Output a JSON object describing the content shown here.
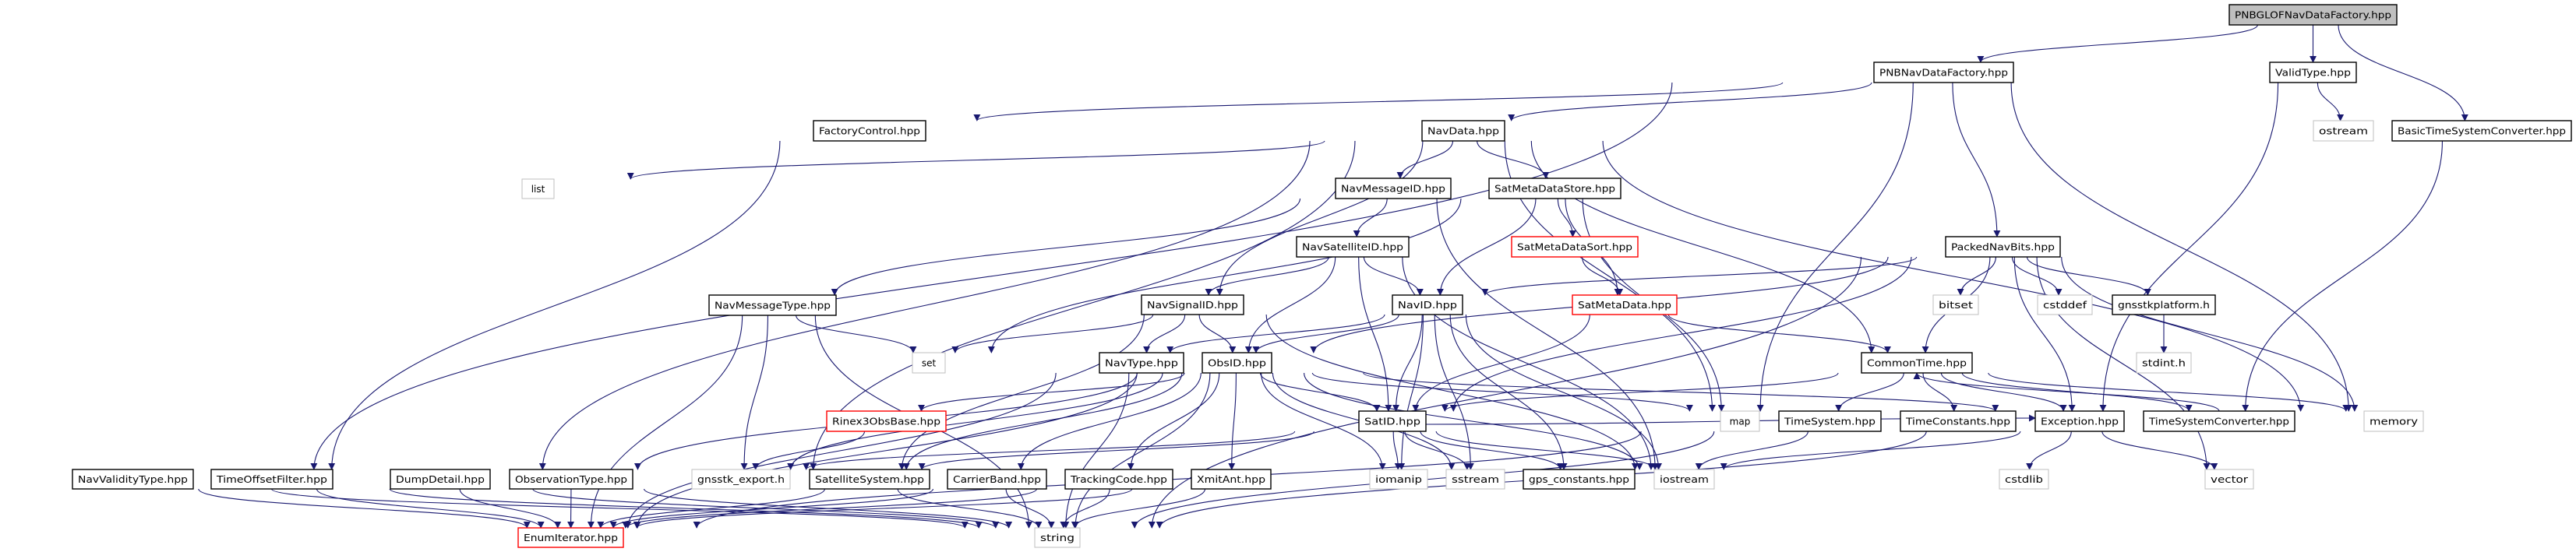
{
  "colors": {
    "edge": "#191970",
    "node_border": "#000000",
    "external_border": "#bfbfbf",
    "truncated_border": "#ff0000",
    "root_fill": "#bfbfbf",
    "node_fill": "#ffffff"
  },
  "graph": {
    "root": "PNBGLOFNavDataFactory",
    "nodes": {
      "PNBGLOFNavDataFactory": {
        "label": "PNBGLOFNavDataFactory.hpp",
        "kind": "root"
      },
      "PNBNavDataFactory": {
        "label": "PNBNavDataFactory.hpp",
        "kind": "normal"
      },
      "ValidType": {
        "label": "ValidType.hpp",
        "kind": "normal"
      },
      "BasicTimeSystemConverter": {
        "label": "BasicTimeSystemConverter.hpp",
        "kind": "normal"
      },
      "FactoryControl": {
        "label": "FactoryControl.hpp",
        "kind": "normal"
      },
      "NavData": {
        "label": "NavData.hpp",
        "kind": "normal"
      },
      "ostream": {
        "label": "ostream",
        "kind": "external"
      },
      "list": {
        "label": "list",
        "kind": "external"
      },
      "NavMessageID": {
        "label": "NavMessageID.hpp",
        "kind": "normal"
      },
      "SatMetaDataStore": {
        "label": "SatMetaDataStore.hpp",
        "kind": "normal"
      },
      "NavSatelliteID": {
        "label": "NavSatelliteID.hpp",
        "kind": "normal"
      },
      "SatMetaDataSort": {
        "label": "SatMetaDataSort.hpp",
        "kind": "truncated"
      },
      "PackedNavBits": {
        "label": "PackedNavBits.hpp",
        "kind": "normal"
      },
      "NavMessageType": {
        "label": "NavMessageType.hpp",
        "kind": "normal"
      },
      "NavSignalID": {
        "label": "NavSignalID.hpp",
        "kind": "normal"
      },
      "NavID": {
        "label": "NavID.hpp",
        "kind": "normal"
      },
      "SatMetaData": {
        "label": "SatMetaData.hpp",
        "kind": "truncated"
      },
      "bitset": {
        "label": "bitset",
        "kind": "external"
      },
      "cstddef": {
        "label": "cstddef",
        "kind": "external"
      },
      "gnsstkplatform": {
        "label": "gnsstkplatform.h",
        "kind": "normal"
      },
      "set": {
        "label": "set",
        "kind": "external"
      },
      "NavType": {
        "label": "NavType.hpp",
        "kind": "normal"
      },
      "ObsID": {
        "label": "ObsID.hpp",
        "kind": "normal"
      },
      "CommonTime": {
        "label": "CommonTime.hpp",
        "kind": "normal"
      },
      "stdint": {
        "label": "stdint.h",
        "kind": "external"
      },
      "Rinex3ObsBase": {
        "label": "Rinex3ObsBase.hpp",
        "kind": "truncated"
      },
      "SatID": {
        "label": "SatID.hpp",
        "kind": "normal"
      },
      "map": {
        "label": "map",
        "kind": "external"
      },
      "TimeSystem": {
        "label": "TimeSystem.hpp",
        "kind": "normal"
      },
      "TimeConstants": {
        "label": "TimeConstants.hpp",
        "kind": "normal"
      },
      "Exception": {
        "label": "Exception.hpp",
        "kind": "normal"
      },
      "TimeSystemConverter": {
        "label": "TimeSystemConverter.hpp",
        "kind": "normal"
      },
      "memory": {
        "label": "memory",
        "kind": "external"
      },
      "NavValidityType": {
        "label": "NavValidityType.hpp",
        "kind": "normal"
      },
      "TimeOffsetFilter": {
        "label": "TimeOffsetFilter.hpp",
        "kind": "normal"
      },
      "DumpDetail": {
        "label": "DumpDetail.hpp",
        "kind": "normal"
      },
      "ObservationType": {
        "label": "ObservationType.hpp",
        "kind": "normal"
      },
      "gnsstk_export": {
        "label": "gnsstk_export.h",
        "kind": "external"
      },
      "SatelliteSystem": {
        "label": "SatelliteSystem.hpp",
        "kind": "normal"
      },
      "CarrierBand": {
        "label": "CarrierBand.hpp",
        "kind": "normal"
      },
      "TrackingCode": {
        "label": "TrackingCode.hpp",
        "kind": "normal"
      },
      "XmitAnt": {
        "label": "XmitAnt.hpp",
        "kind": "normal"
      },
      "iomanip": {
        "label": "iomanip",
        "kind": "external"
      },
      "sstream": {
        "label": "sstream",
        "kind": "external"
      },
      "gps_constants": {
        "label": "gps_constants.hpp",
        "kind": "normal"
      },
      "iostream": {
        "label": "iostream",
        "kind": "external"
      },
      "cstdlib": {
        "label": "cstdlib",
        "kind": "external"
      },
      "vector": {
        "label": "vector",
        "kind": "external"
      },
      "EnumIterator": {
        "label": "EnumIterator.hpp",
        "kind": "truncated"
      },
      "string": {
        "label": "string",
        "kind": "external"
      }
    },
    "edges": [
      [
        "PNBGLOFNavDataFactory",
        "PNBNavDataFactory"
      ],
      [
        "PNBGLOFNavDataFactory",
        "ValidType"
      ],
      [
        "PNBGLOFNavDataFactory",
        "BasicTimeSystemConverter"
      ],
      [
        "PNBNavDataFactory",
        "NavValidityType"
      ],
      [
        "PNBNavDataFactory",
        "FactoryControl"
      ],
      [
        "PNBNavDataFactory",
        "NavData"
      ],
      [
        "PNBNavDataFactory",
        "map"
      ],
      [
        "PNBNavDataFactory",
        "PackedNavBits"
      ],
      [
        "PNBNavDataFactory",
        "memory"
      ],
      [
        "FactoryControl",
        "TimeOffsetFilter"
      ],
      [
        "ValidType",
        "ostream"
      ],
      [
        "ValidType",
        "Exception"
      ],
      [
        "BasicTimeSystemConverter",
        "TimeSystemConverter"
      ],
      [
        "NavData",
        "list"
      ],
      [
        "NavData",
        "DumpDetail"
      ],
      [
        "NavData",
        "gnsstk_export"
      ],
      [
        "NavData",
        "NavMessageID"
      ],
      [
        "NavData",
        "SatMetaDataStore"
      ],
      [
        "NavData",
        "NavSignalID"
      ],
      [
        "NavData",
        "CommonTime"
      ],
      [
        "NavData",
        "map"
      ],
      [
        "NavData",
        "memory"
      ],
      [
        "NavMessageID",
        "NavMessageType"
      ],
      [
        "NavMessageID",
        "NavSatelliteID"
      ],
      [
        "NavMessageID",
        "iostream"
      ],
      [
        "SatMetaDataStore",
        "set"
      ],
      [
        "SatMetaDataStore",
        "NavID"
      ],
      [
        "SatMetaDataStore",
        "SatMetaDataSort"
      ],
      [
        "SatMetaDataStore",
        "SatMetaData"
      ],
      [
        "SatMetaDataStore",
        "map"
      ],
      [
        "SatMetaDataSort",
        "SatMetaData"
      ],
      [
        "NavSatelliteID",
        "NavSignalID"
      ],
      [
        "NavSatelliteID",
        "ObsID"
      ],
      [
        "NavSatelliteID",
        "SatID"
      ],
      [
        "NavSatelliteID",
        "NavID"
      ],
      [
        "NavSatelliteID",
        "iostream"
      ],
      [
        "NavMessageType",
        "EnumIterator"
      ],
      [
        "NavMessageType",
        "gnsstk_export"
      ],
      [
        "NavMessageType",
        "set"
      ],
      [
        "NavMessageType",
        "string"
      ],
      [
        "NavSignalID",
        "set"
      ],
      [
        "NavSignalID",
        "NavType"
      ],
      [
        "NavSignalID",
        "ObsID"
      ],
      [
        "NavSignalID",
        "SatelliteSystem"
      ],
      [
        "NavSignalID",
        "iostream"
      ],
      [
        "NavID",
        "NavType"
      ],
      [
        "NavID",
        "ObsID"
      ],
      [
        "NavID",
        "SatID"
      ],
      [
        "NavID",
        "iomanip"
      ],
      [
        "NavID",
        "sstream"
      ],
      [
        "NavID",
        "gps_constants"
      ],
      [
        "NavID",
        "iostream"
      ],
      [
        "SatMetaData",
        "SatID"
      ],
      [
        "SatMetaData",
        "CommonTime"
      ],
      [
        "NavType",
        "EnumIterator"
      ],
      [
        "NavType",
        "string"
      ],
      [
        "ObsID",
        "ObservationType"
      ],
      [
        "ObsID",
        "Rinex3ObsBase"
      ],
      [
        "ObsID",
        "gnsstk_export"
      ],
      [
        "ObsID",
        "SatelliteSystem"
      ],
      [
        "ObsID",
        "CarrierBand"
      ],
      [
        "ObsID",
        "TrackingCode"
      ],
      [
        "ObsID",
        "XmitAnt"
      ],
      [
        "ObsID",
        "SatID"
      ],
      [
        "ObsID",
        "iomanip"
      ],
      [
        "ObsID",
        "sstream"
      ],
      [
        "ObsID",
        "iostream"
      ],
      [
        "ObsID",
        "string"
      ],
      [
        "ObsID",
        "map"
      ],
      [
        "ObsID",
        "Exception"
      ],
      [
        "ObsID",
        "EnumIterator"
      ],
      [
        "Rinex3ObsBase",
        "gnsstk_export"
      ],
      [
        "SatID",
        "SatelliteSystem"
      ],
      [
        "SatID",
        "gnsstk_export"
      ],
      [
        "SatID",
        "iomanip"
      ],
      [
        "SatID",
        "sstream"
      ],
      [
        "SatID",
        "gps_constants"
      ],
      [
        "SatID",
        "iostream"
      ],
      [
        "SatID",
        "Exception"
      ],
      [
        "PackedNavBits",
        "NavID"
      ],
      [
        "PackedNavBits",
        "ObsID"
      ],
      [
        "PackedNavBits",
        "SatID"
      ],
      [
        "PackedNavBits",
        "CommonTime"
      ],
      [
        "PackedNavBits",
        "Exception"
      ],
      [
        "PackedNavBits",
        "bitset"
      ],
      [
        "PackedNavBits",
        "cstddef"
      ],
      [
        "PackedNavBits",
        "gnsstkplatform"
      ],
      [
        "PackedNavBits",
        "memory"
      ],
      [
        "PackedNavBits",
        "vector"
      ],
      [
        "PackedNavBits",
        "string"
      ],
      [
        "gnsstkplatform",
        "stdint"
      ],
      [
        "CommonTime",
        "SatID"
      ],
      [
        "CommonTime",
        "TimeSystem"
      ],
      [
        "CommonTime",
        "TimeConstants"
      ],
      [
        "CommonTime",
        "Exception"
      ],
      [
        "CommonTime",
        "TimeSystemConverter"
      ],
      [
        "CommonTime",
        "memory"
      ],
      [
        "TimeSystemConverter",
        "CommonTime"
      ],
      [
        "TimeSystem",
        "EnumIterator"
      ],
      [
        "TimeSystem",
        "string"
      ],
      [
        "TimeSystem",
        "iostream"
      ],
      [
        "Exception",
        "cstdlib"
      ],
      [
        "Exception",
        "vector"
      ],
      [
        "Exception",
        "string"
      ],
      [
        "Exception",
        "iostream"
      ],
      [
        "NavValidityType",
        "EnumIterator"
      ],
      [
        "NavValidityType",
        "string"
      ],
      [
        "TimeOffsetFilter",
        "EnumIterator"
      ],
      [
        "TimeOffsetFilter",
        "string"
      ],
      [
        "DumpDetail",
        "EnumIterator"
      ],
      [
        "DumpDetail",
        "string"
      ],
      [
        "ObservationType",
        "EnumIterator"
      ],
      [
        "ObservationType",
        "string"
      ],
      [
        "SatelliteSystem",
        "EnumIterator"
      ],
      [
        "SatelliteSystem",
        "string"
      ],
      [
        "CarrierBand",
        "EnumIterator"
      ],
      [
        "CarrierBand",
        "string"
      ],
      [
        "TrackingCode",
        "EnumIterator"
      ],
      [
        "TrackingCode",
        "string"
      ],
      [
        "XmitAnt",
        "EnumIterator"
      ],
      [
        "XmitAnt",
        "string"
      ]
    ]
  }
}
